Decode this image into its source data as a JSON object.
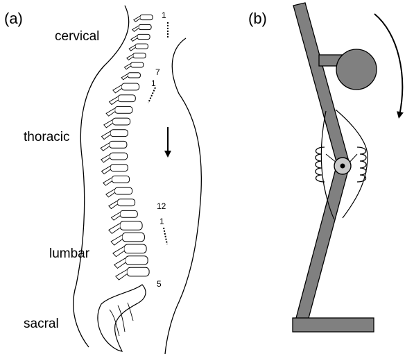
{
  "panels": {
    "a": {
      "label": "(a)"
    },
    "b": {
      "label": "(b)"
    }
  },
  "spine": {
    "regions": {
      "cervical": "cervical",
      "thoracic": "thoracic",
      "lumbar": "lumbar",
      "sacral": "sacral"
    },
    "vertebra_numbers": {
      "c1": "1",
      "c7": "7",
      "t1": "1",
      "t12": "12",
      "l1": "1",
      "l5": "5"
    },
    "counts": {
      "cervical": 7,
      "thoracic": 12,
      "lumbar": 5
    }
  },
  "colors": {
    "mechanism_fill": "#808080",
    "line": "#000000",
    "background": "#ffffff"
  },
  "icons": {
    "load_arrow": "down-arrow-icon",
    "rotation_arrow": "curved-arrow-icon",
    "springs": "coil-spring-icon",
    "pivot": "pivot-joint-icon"
  }
}
